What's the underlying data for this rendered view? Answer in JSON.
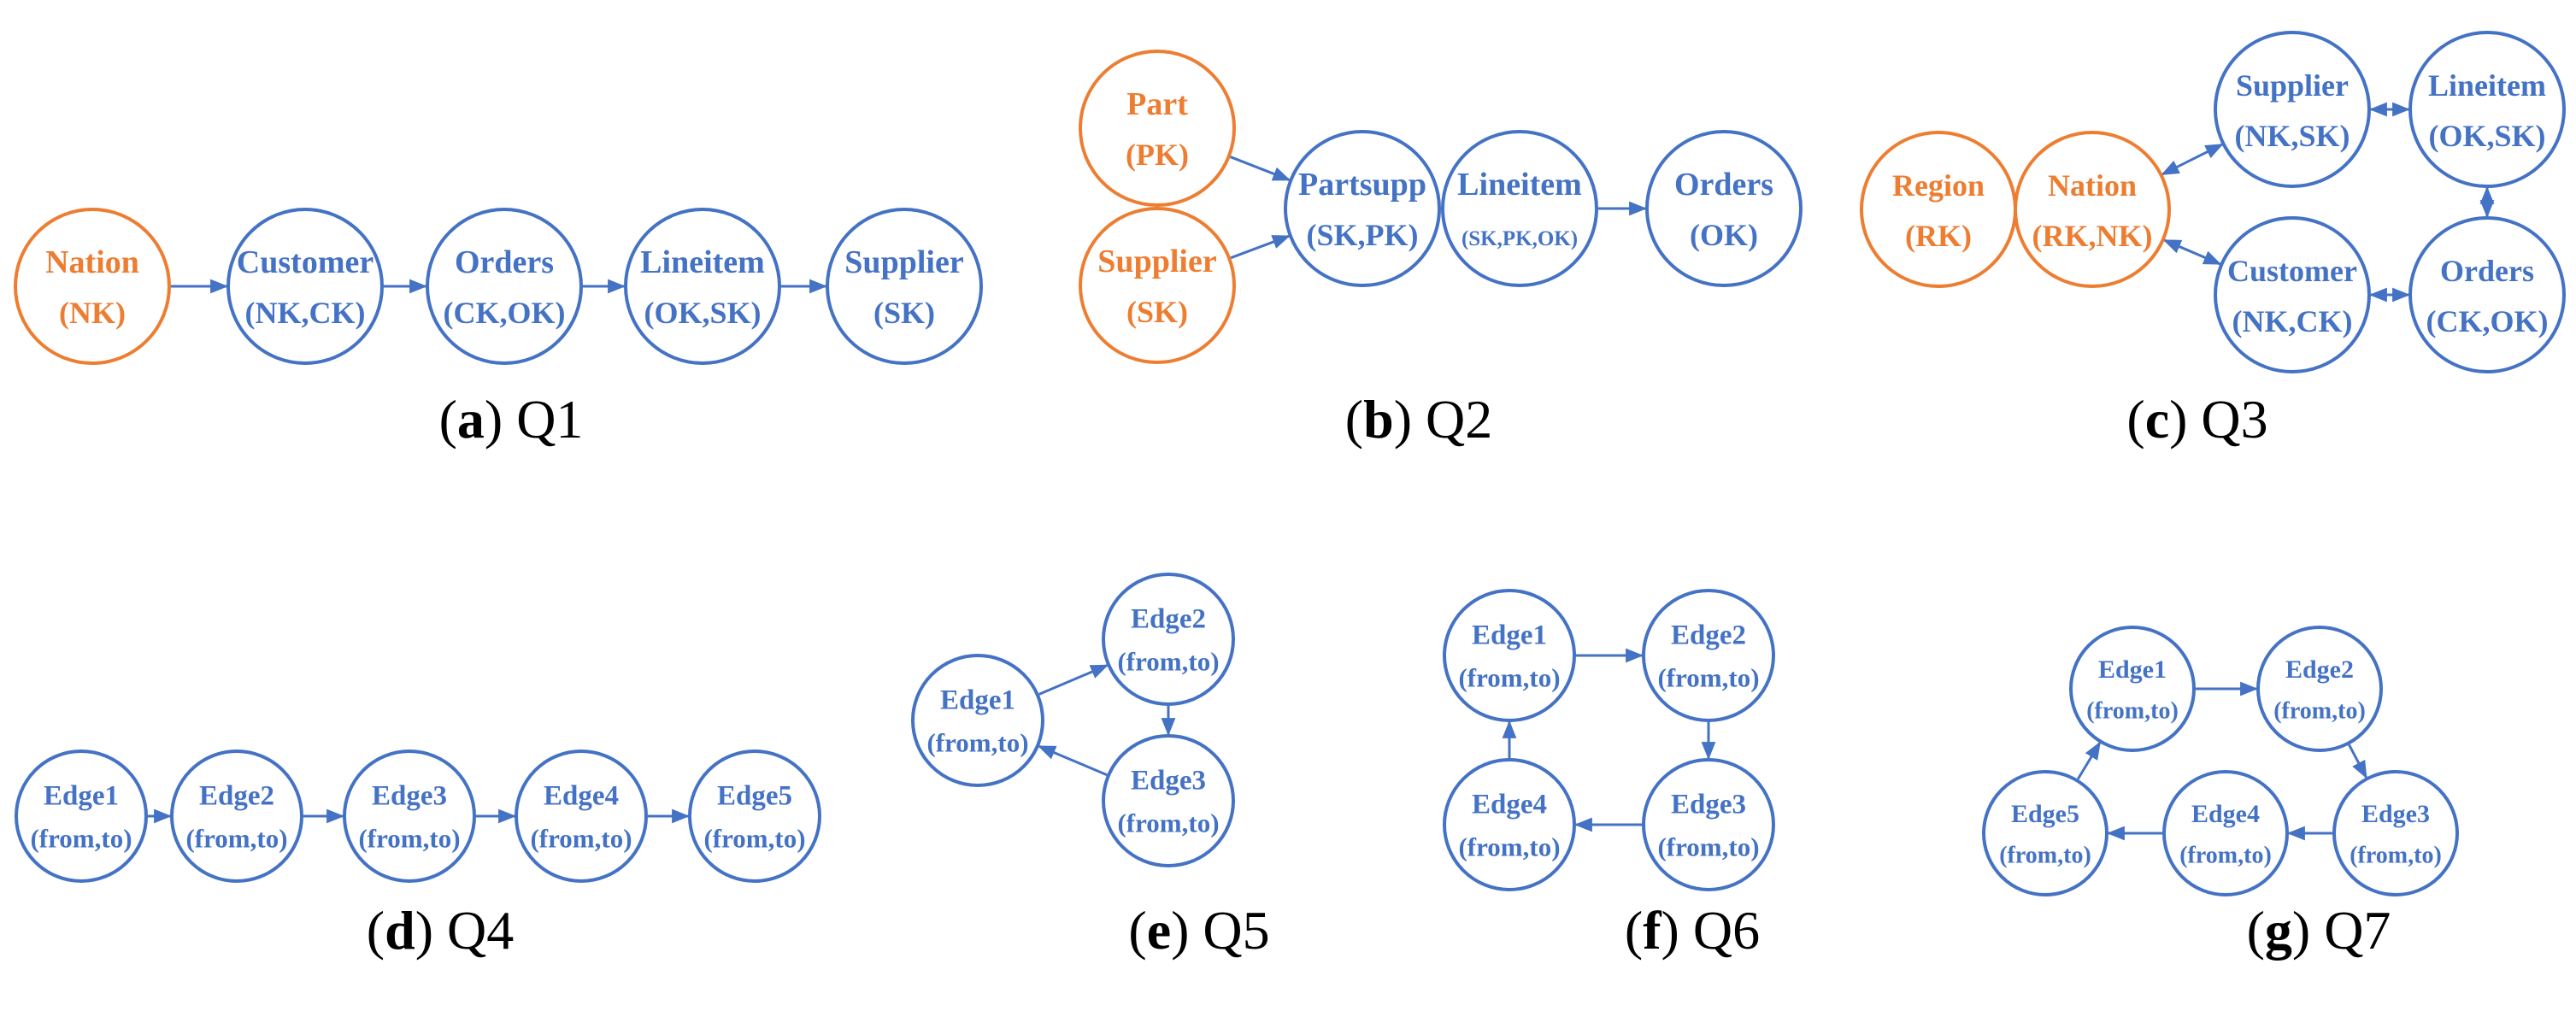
{
  "colors": {
    "blue": "#4472C4",
    "orange": "#ED7D31",
    "text": "#000000"
  },
  "panels": [
    {
      "id": "a",
      "letter": "a",
      "query": "Q1",
      "nodes": [
        {
          "id": "nation",
          "title": "Nation",
          "key": "(NK)",
          "color": "orange"
        },
        {
          "id": "customer",
          "title": "Customer",
          "key": "(NK,CK)",
          "color": "blue"
        },
        {
          "id": "orders",
          "title": "Orders",
          "key": "(CK,OK)",
          "color": "blue"
        },
        {
          "id": "lineitem",
          "title": "Lineitem",
          "key": "(OK,SK)",
          "color": "blue"
        },
        {
          "id": "supplier",
          "title": "Supplier",
          "key": "(SK)",
          "color": "blue"
        }
      ],
      "edges": [
        {
          "from": "nation",
          "to": "customer"
        },
        {
          "from": "customer",
          "to": "orders"
        },
        {
          "from": "orders",
          "to": "lineitem"
        },
        {
          "from": "lineitem",
          "to": "supplier"
        }
      ]
    },
    {
      "id": "b",
      "letter": "b",
      "query": "Q2",
      "nodes": [
        {
          "id": "part",
          "title": "Part",
          "key": "(PK)",
          "color": "orange"
        },
        {
          "id": "supplier",
          "title": "Supplier",
          "key": "(SK)",
          "color": "orange"
        },
        {
          "id": "partsupp",
          "title": "Partsupp",
          "key": "(SK,PK)",
          "color": "blue"
        },
        {
          "id": "lineitem",
          "title": "Lineitem",
          "key": "(SK,PK,OK)",
          "color": "blue"
        },
        {
          "id": "orders",
          "title": "Orders",
          "key": "(OK)",
          "color": "blue"
        }
      ],
      "edges": [
        {
          "from": "part",
          "to": "partsupp"
        },
        {
          "from": "supplier",
          "to": "partsupp"
        },
        {
          "from": "partsupp",
          "to": "lineitem"
        },
        {
          "from": "lineitem",
          "to": "orders"
        }
      ]
    },
    {
      "id": "c",
      "letter": "c",
      "query": "Q3",
      "nodes": [
        {
          "id": "region",
          "title": "Region",
          "key": "(RK)",
          "color": "orange"
        },
        {
          "id": "nation",
          "title": "Nation",
          "key": "(RK,NK)",
          "color": "orange"
        },
        {
          "id": "supplier",
          "title": "Supplier",
          "key": "(NK,SK)",
          "color": "blue"
        },
        {
          "id": "lineitem",
          "title": "Lineitem",
          "key": "(OK,SK)",
          "color": "blue"
        },
        {
          "id": "customer",
          "title": "Customer",
          "key": "(NK,CK)",
          "color": "blue"
        },
        {
          "id": "orders",
          "title": "Orders",
          "key": "(CK,OK)",
          "color": "blue"
        }
      ],
      "edges": [
        {
          "from": "region",
          "to": "nation"
        },
        {
          "from": "nation",
          "to": "supplier",
          "both": true
        },
        {
          "from": "nation",
          "to": "customer",
          "both": true
        },
        {
          "from": "supplier",
          "to": "lineitem",
          "both": true
        },
        {
          "from": "lineitem",
          "to": "orders",
          "both": true
        },
        {
          "from": "orders",
          "to": "customer",
          "both": true
        }
      ]
    },
    {
      "id": "d",
      "letter": "d",
      "query": "Q4",
      "nodes": [
        {
          "id": "e1",
          "title": "Edge1",
          "key": "(from,to)",
          "color": "blue"
        },
        {
          "id": "e2",
          "title": "Edge2",
          "key": "(from,to)",
          "color": "blue"
        },
        {
          "id": "e3",
          "title": "Edge3",
          "key": "(from,to)",
          "color": "blue"
        },
        {
          "id": "e4",
          "title": "Edge4",
          "key": "(from,to)",
          "color": "blue"
        },
        {
          "id": "e5",
          "title": "Edge5",
          "key": "(from,to)",
          "color": "blue"
        }
      ],
      "edges": [
        {
          "from": "e1",
          "to": "e2"
        },
        {
          "from": "e2",
          "to": "e3"
        },
        {
          "from": "e3",
          "to": "e4"
        },
        {
          "from": "e4",
          "to": "e5"
        }
      ]
    },
    {
      "id": "e",
      "letter": "e",
      "query": "Q5",
      "nodes": [
        {
          "id": "e1",
          "title": "Edge1",
          "key": "(from,to)",
          "color": "blue"
        },
        {
          "id": "e2",
          "title": "Edge2",
          "key": "(from,to)",
          "color": "blue"
        },
        {
          "id": "e3",
          "title": "Edge3",
          "key": "(from,to)",
          "color": "blue"
        }
      ],
      "edges": [
        {
          "from": "e1",
          "to": "e2"
        },
        {
          "from": "e2",
          "to": "e3"
        },
        {
          "from": "e3",
          "to": "e1"
        }
      ]
    },
    {
      "id": "f",
      "letter": "f",
      "query": "Q6",
      "nodes": [
        {
          "id": "e1",
          "title": "Edge1",
          "key": "(from,to)",
          "color": "blue"
        },
        {
          "id": "e2",
          "title": "Edge2",
          "key": "(from,to)",
          "color": "blue"
        },
        {
          "id": "e3",
          "title": "Edge3",
          "key": "(from,to)",
          "color": "blue"
        },
        {
          "id": "e4",
          "title": "Edge4",
          "key": "(from,to)",
          "color": "blue"
        }
      ],
      "edges": [
        {
          "from": "e1",
          "to": "e2"
        },
        {
          "from": "e2",
          "to": "e3"
        },
        {
          "from": "e3",
          "to": "e4"
        },
        {
          "from": "e4",
          "to": "e1"
        }
      ]
    },
    {
      "id": "g",
      "letter": "g",
      "query": "Q7",
      "nodes": [
        {
          "id": "e1",
          "title": "Edge1",
          "key": "(from,to)",
          "color": "blue"
        },
        {
          "id": "e2",
          "title": "Edge2",
          "key": "(from,to)",
          "color": "blue"
        },
        {
          "id": "e3",
          "title": "Edge3",
          "key": "(from,to)",
          "color": "blue"
        },
        {
          "id": "e4",
          "title": "Edge4",
          "key": "(from,to)",
          "color": "blue"
        },
        {
          "id": "e5",
          "title": "Edge5",
          "key": "(from,to)",
          "color": "blue"
        }
      ],
      "edges": [
        {
          "from": "e1",
          "to": "e2"
        },
        {
          "from": "e2",
          "to": "e3"
        },
        {
          "from": "e3",
          "to": "e4"
        },
        {
          "from": "e4",
          "to": "e5"
        },
        {
          "from": "e5",
          "to": "e1"
        }
      ]
    }
  ]
}
